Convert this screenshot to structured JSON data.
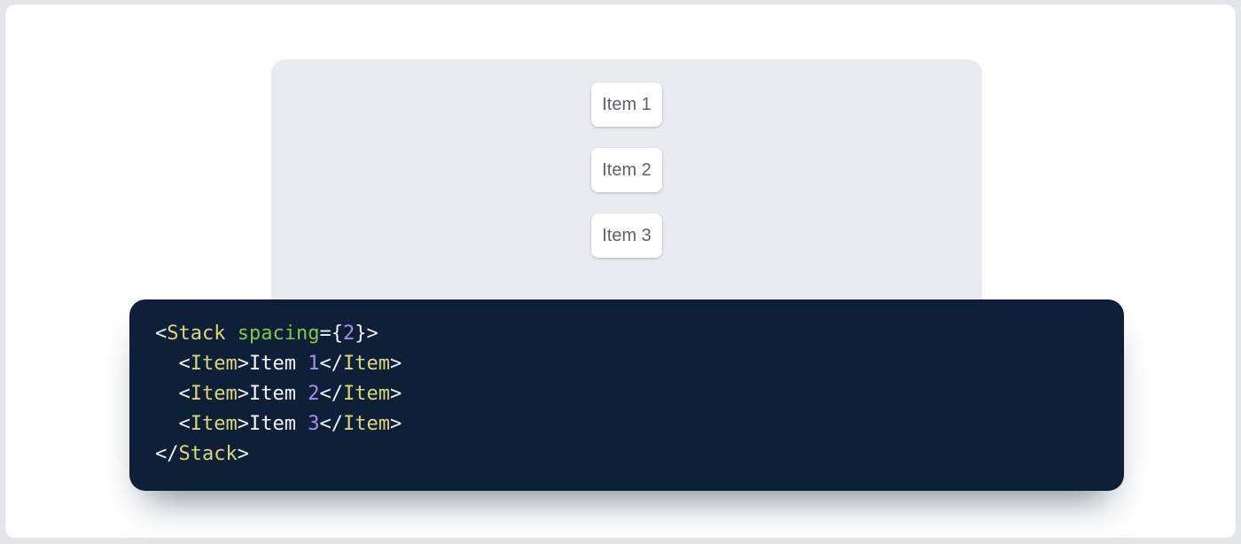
{
  "page": {
    "background_color": "#e4e6ea",
    "card_background_color": "#ffffff"
  },
  "demo": {
    "panel_background_color": "#e9ebf0",
    "item_text_color": "#5f6368",
    "items": [
      {
        "label": "Item 1"
      },
      {
        "label": "Item 2"
      },
      {
        "label": "Item 3"
      }
    ]
  },
  "code": {
    "background_color": "#0e2037",
    "token_colors": {
      "plain": "#f2f4f7",
      "tag": "#dcd67a",
      "attr": "#7fc944",
      "number": "#a48ef2"
    },
    "plain_text": "<Stack spacing={2}>\n  <Item>Item 1</Item>\n  <Item>Item 2</Item>\n  <Item>Item 3</Item>\n</Stack>",
    "lines": [
      {
        "tokens": [
          {
            "text": "<",
            "type": "plain"
          },
          {
            "text": "Stack",
            "type": "tag"
          },
          {
            "text": " ",
            "type": "plain"
          },
          {
            "text": "spacing",
            "type": "attr"
          },
          {
            "text": "={",
            "type": "plain"
          },
          {
            "text": "2",
            "type": "number"
          },
          {
            "text": "}>",
            "type": "plain"
          }
        ]
      },
      {
        "tokens": [
          {
            "text": "  <",
            "type": "plain"
          },
          {
            "text": "Item",
            "type": "tag"
          },
          {
            "text": ">",
            "type": "plain"
          },
          {
            "text": "Item ",
            "type": "plain"
          },
          {
            "text": "1",
            "type": "number"
          },
          {
            "text": "</",
            "type": "plain"
          },
          {
            "text": "Item",
            "type": "tag"
          },
          {
            "text": ">",
            "type": "plain"
          }
        ]
      },
      {
        "tokens": [
          {
            "text": "  <",
            "type": "plain"
          },
          {
            "text": "Item",
            "type": "tag"
          },
          {
            "text": ">",
            "type": "plain"
          },
          {
            "text": "Item ",
            "type": "plain"
          },
          {
            "text": "2",
            "type": "number"
          },
          {
            "text": "</",
            "type": "plain"
          },
          {
            "text": "Item",
            "type": "tag"
          },
          {
            "text": ">",
            "type": "plain"
          }
        ]
      },
      {
        "tokens": [
          {
            "text": "  <",
            "type": "plain"
          },
          {
            "text": "Item",
            "type": "tag"
          },
          {
            "text": ">",
            "type": "plain"
          },
          {
            "text": "Item ",
            "type": "plain"
          },
          {
            "text": "3",
            "type": "number"
          },
          {
            "text": "</",
            "type": "plain"
          },
          {
            "text": "Item",
            "type": "tag"
          },
          {
            "text": ">",
            "type": "plain"
          }
        ]
      },
      {
        "tokens": [
          {
            "text": "</",
            "type": "plain"
          },
          {
            "text": "Stack",
            "type": "tag"
          },
          {
            "text": ">",
            "type": "plain"
          }
        ]
      }
    ]
  }
}
